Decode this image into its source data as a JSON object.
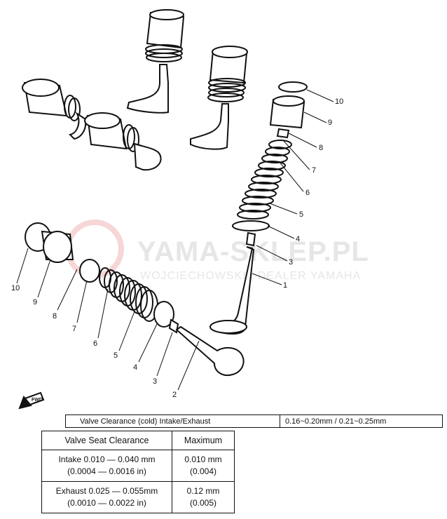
{
  "watermark": {
    "title": "YAMA-SKLEP.PL",
    "subtitle": "WOJCIECHOWSKI | DEALER YAMAHA"
  },
  "fwd_label": "FWD",
  "callouts": {
    "upper": [
      "10",
      "9",
      "8",
      "7",
      "6",
      "5",
      "4",
      "3",
      "1"
    ],
    "lower": [
      "10",
      "9",
      "8",
      "7",
      "6",
      "5",
      "4",
      "3",
      "2"
    ]
  },
  "valve_clearance": {
    "label": "Valve Clearance (cold) Intake/Exhaust",
    "value": "0.16~0.20mm / 0.21~0.25mm"
  },
  "seat_table": {
    "header": [
      "Valve Seat Clearance",
      "Maximum"
    ],
    "rows": [
      {
        "spec": "Intake  0.010 — 0.040 mm",
        "spec_in": "(0.0004 — 0.0016 in)",
        "max": "0.010 mm",
        "max_in": "(0.004)"
      },
      {
        "spec": "Exhaust 0.025 — 0.055mm",
        "spec_in": "(0.0010 — 0.0022 in)",
        "max": "0.12 mm",
        "max_in": "(0.005)"
      }
    ]
  }
}
